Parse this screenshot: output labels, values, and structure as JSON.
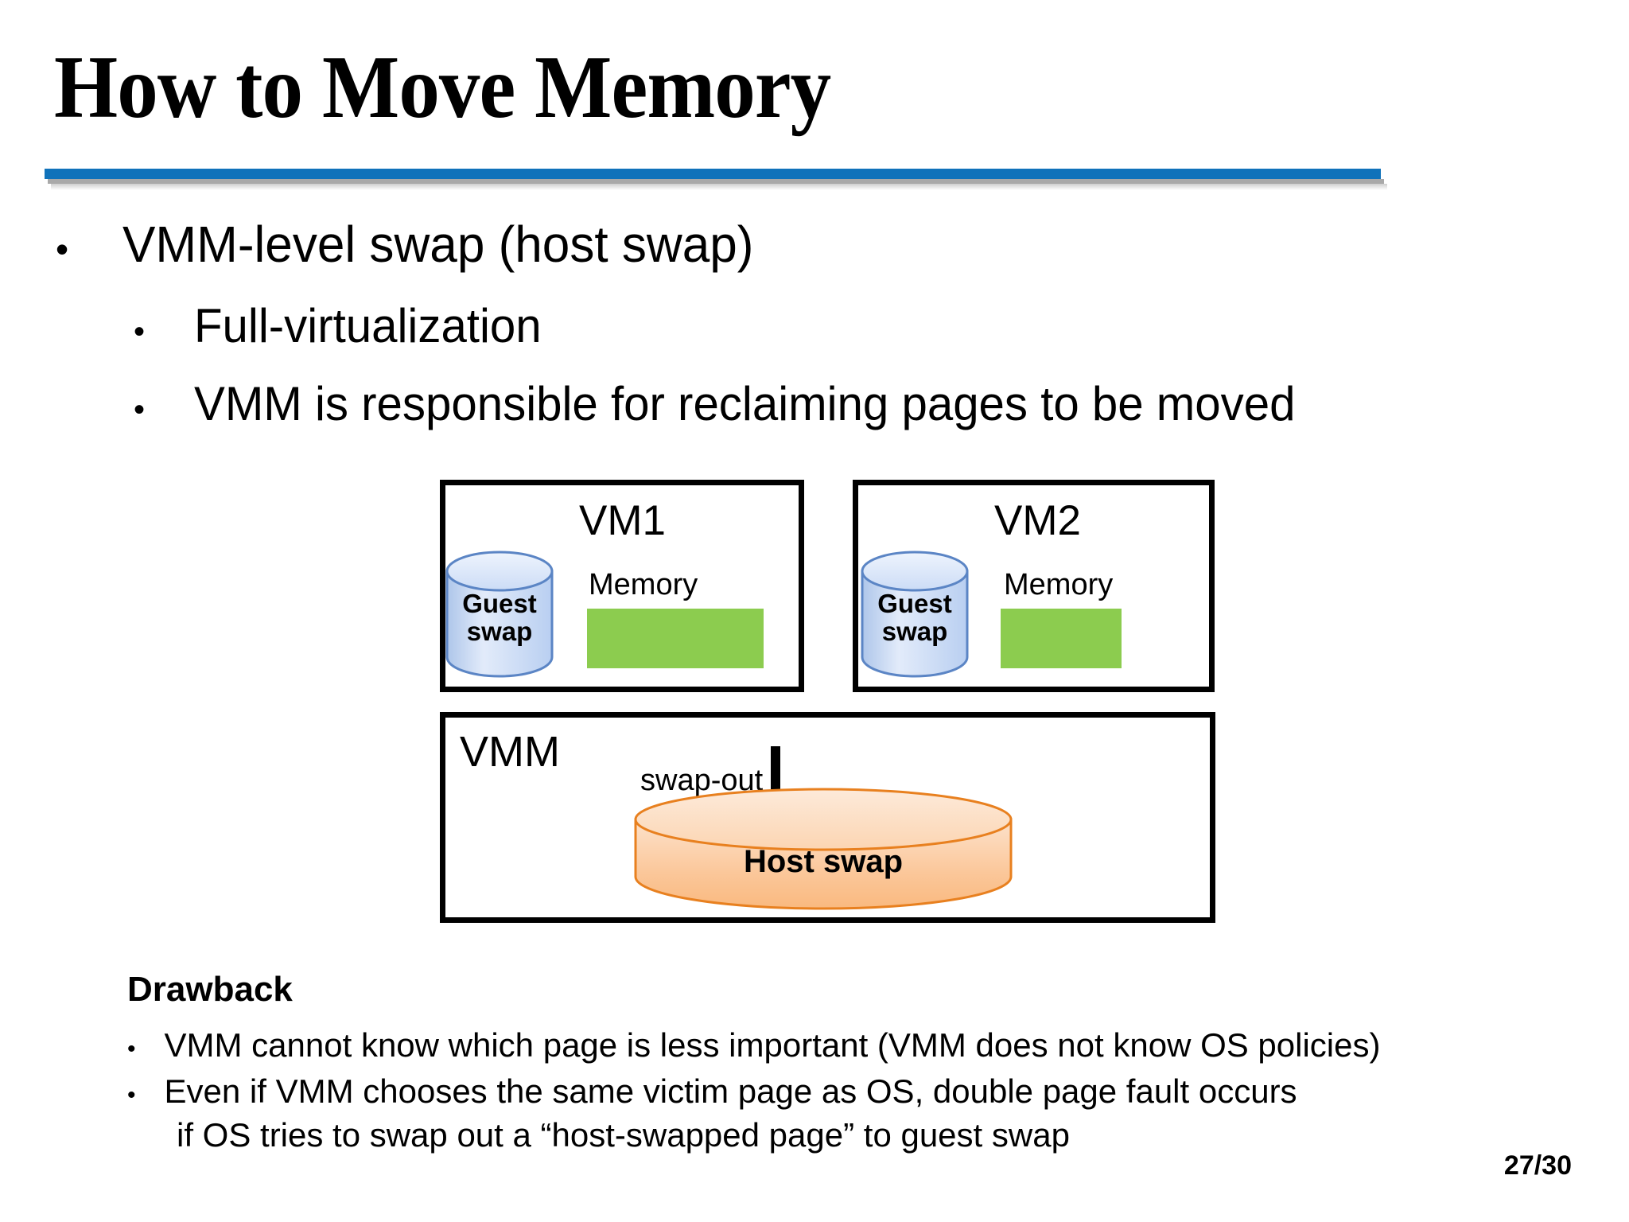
{
  "slide": {
    "title": "How to Move Memory",
    "page_number": "27/30",
    "accent_color": "#1072ba"
  },
  "bullets": [
    {
      "marker": "•",
      "text": "VMM-level swap (host swap)",
      "level": 1
    },
    {
      "marker": "•",
      "text": "Full-virtualization",
      "level": 2
    },
    {
      "marker": "•",
      "text": "VMM is responsible for reclaiming pages to be moved",
      "level": 2
    }
  ],
  "diagram": {
    "vm1": {
      "title": "VM1",
      "swap_label_line1": "Guest",
      "swap_label_line2": "swap",
      "memory_label": "Memory",
      "memory_color": "#8CCC4F",
      "cylinder_color": "#c5d8f5"
    },
    "vm2": {
      "title": "VM2",
      "swap_label_line1": "Guest",
      "swap_label_line2": "swap",
      "memory_label": "Memory",
      "memory_color": "#8CCC4F",
      "cylinder_color": "#c5d8f5"
    },
    "vmm": {
      "title": "VMM",
      "arrow_label": "swap-out",
      "host_swap_label": "Host swap",
      "cylinder_color": "#fbc89a"
    }
  },
  "drawback": {
    "heading": "Drawback",
    "items": [
      {
        "marker": "•",
        "text": "VMM cannot know which page is less important (VMM does not know OS policies)"
      },
      {
        "marker": "•",
        "text": "Even if VMM chooses the same victim page as OS, double page fault occurs"
      }
    ],
    "continuation": "if OS tries to swap out a “host-swapped page” to guest swap"
  }
}
